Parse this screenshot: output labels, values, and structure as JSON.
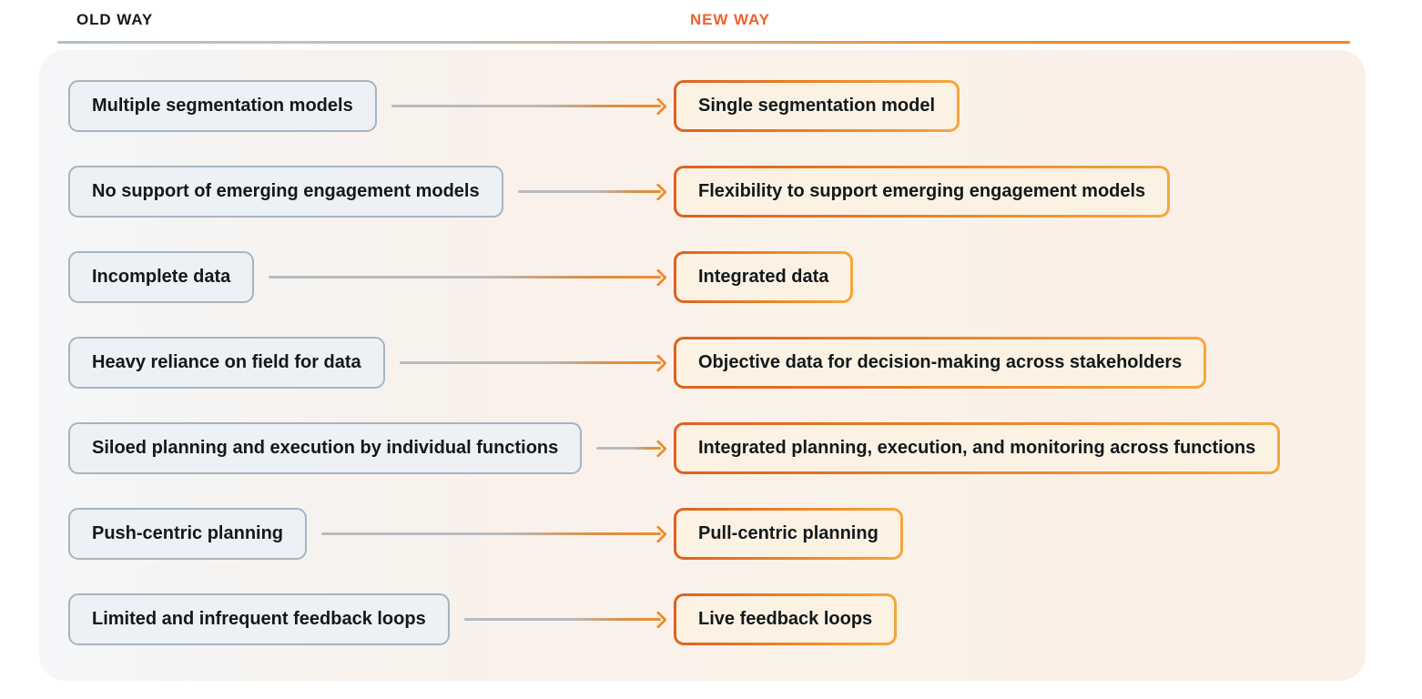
{
  "header": {
    "old_label": "OLD WAY",
    "new_label": "NEW WAY"
  },
  "colors": {
    "new_way_accent": "#f0602f",
    "old_box_border": "#a7b4c1",
    "old_box_fill": "#edf1f5",
    "new_box_border_start": "#dd6121",
    "new_box_border_end": "#f5a73b",
    "new_box_fill": "#fbf2e3",
    "arrow_gray": "#b6bbc1",
    "arrow_orange": "#ee8b2d",
    "panel_left": "#f4f6f9",
    "panel_right": "#faf0e8"
  },
  "rows": [
    {
      "old": "Multiple segmentation models",
      "new": "Single segmentation model"
    },
    {
      "old": "No support of emerging engagement models",
      "new": "Flexibility to support emerging engagement models"
    },
    {
      "old": "Incomplete data",
      "new": "Integrated data"
    },
    {
      "old": "Heavy reliance on field for data",
      "new": "Objective data for decision-making across stakeholders"
    },
    {
      "old": "Siloed planning and execution by individual functions",
      "new": "Integrated planning, execution, and monitoring across functions"
    },
    {
      "old": "Push-centric planning",
      "new": "Pull-centric planning"
    },
    {
      "old": "Limited and infrequent feedback loops",
      "new": "Live feedback loops"
    }
  ]
}
